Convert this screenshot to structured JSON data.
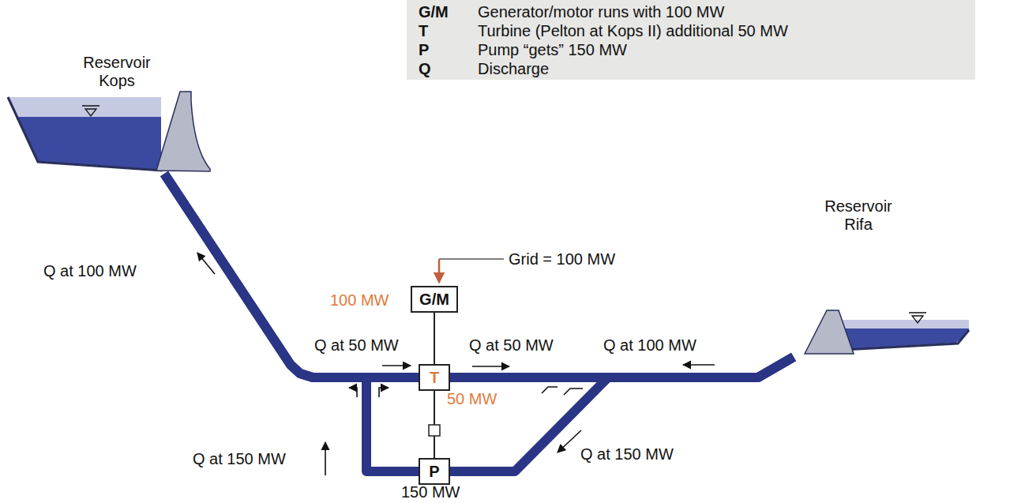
{
  "diagram": {
    "nodes": [
      {
        "text": [
          "Reservoir Kops"
        ]
      },
      {
        "text": [
          "G/M"
        ]
      },
      {
        "text": [
          "T"
        ]
      },
      {
        "text": [
          "P"
        ]
      },
      {
        "text": [
          "Reservoir Rifa"
        ]
      }
    ],
    "edges": [
      {
        "from": 0,
        "to": 2,
        "arrow": "none"
      },
      {
        "from": 2,
        "to": 4,
        "arrow": "none"
      },
      {
        "from": 0,
        "to": 3,
        "arrow": "none"
      },
      {
        "from": 3,
        "to": 4,
        "arrow": "none"
      },
      {
        "from": 1,
        "to": 2,
        "arrow": "none"
      },
      {
        "from": 2,
        "to": 3,
        "arrow": "none"
      }
    ],
    "labels": [
      "G/M",
      "Generator/motor runs with 100 MW",
      "T",
      "Turbine (Pelton at Kops II) additional 50 MW",
      "P",
      "Pump “gets” 150 MW",
      "Q",
      "Discharge",
      "Grid = 100 MW",
      "Q at 100 MW",
      "100 MW",
      "Q at 50 MW",
      "Q at 50 MW",
      "Q at 100 MW",
      "50 MW",
      "Q at 150 MW",
      "Q at 150 MW",
      "150 MW"
    ]
  }
}
